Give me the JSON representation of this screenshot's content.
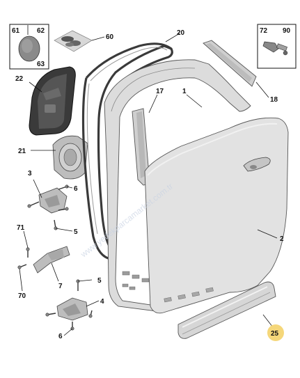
{
  "diagram": {
    "callouts": [
      {
        "id": "c61",
        "text": "61"
      },
      {
        "id": "c62",
        "text": "62"
      },
      {
        "id": "c63",
        "text": "63"
      },
      {
        "id": "c60",
        "text": "60"
      },
      {
        "id": "c20",
        "text": "20"
      },
      {
        "id": "c72",
        "text": "72"
      },
      {
        "id": "c90",
        "text": "90"
      },
      {
        "id": "c22",
        "text": "22"
      },
      {
        "id": "c17",
        "text": "17"
      },
      {
        "id": "c1",
        "text": "1"
      },
      {
        "id": "c18",
        "text": "18"
      },
      {
        "id": "c21",
        "text": "21"
      },
      {
        "id": "c3",
        "text": "3"
      },
      {
        "id": "c6a",
        "text": "6"
      },
      {
        "id": "c5a",
        "text": "5"
      },
      {
        "id": "c71",
        "text": "71"
      },
      {
        "id": "c2",
        "text": "2"
      },
      {
        "id": "c7",
        "text": "7"
      },
      {
        "id": "c70",
        "text": "70"
      },
      {
        "id": "c5b",
        "text": "5"
      },
      {
        "id": "c4",
        "text": "4"
      },
      {
        "id": "c6b",
        "text": "6"
      },
      {
        "id": "c25",
        "text": "25"
      }
    ],
    "highlight_color": "#f5d77a",
    "watermark": "www.yedekparcamarket.com.tr"
  }
}
